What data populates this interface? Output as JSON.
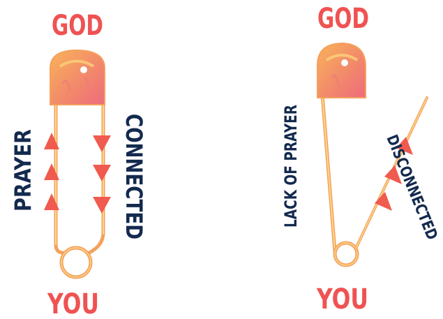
{
  "left_panel": {
    "top_label": "GOD",
    "bottom_label": "YOU",
    "left_side_label": "PRAYER",
    "right_side_label": "CONNECTED"
  },
  "right_panel": {
    "top_label": "GOD",
    "bottom_label": "YOU",
    "left_side_label": "LACK OF PRAYER",
    "right_side_label": "DISCONNECTED"
  },
  "colors": {
    "label_red": "#f05252",
    "label_navy": "#132a4e",
    "pin_orange": "#f8b25a",
    "pin_pink": "#f2607a",
    "arrow_red": "#f05a4f"
  },
  "icons": {
    "left_pin": "closed-safety-pin",
    "right_pin": "open-safety-pin",
    "arrows": "triangle-arrow"
  }
}
